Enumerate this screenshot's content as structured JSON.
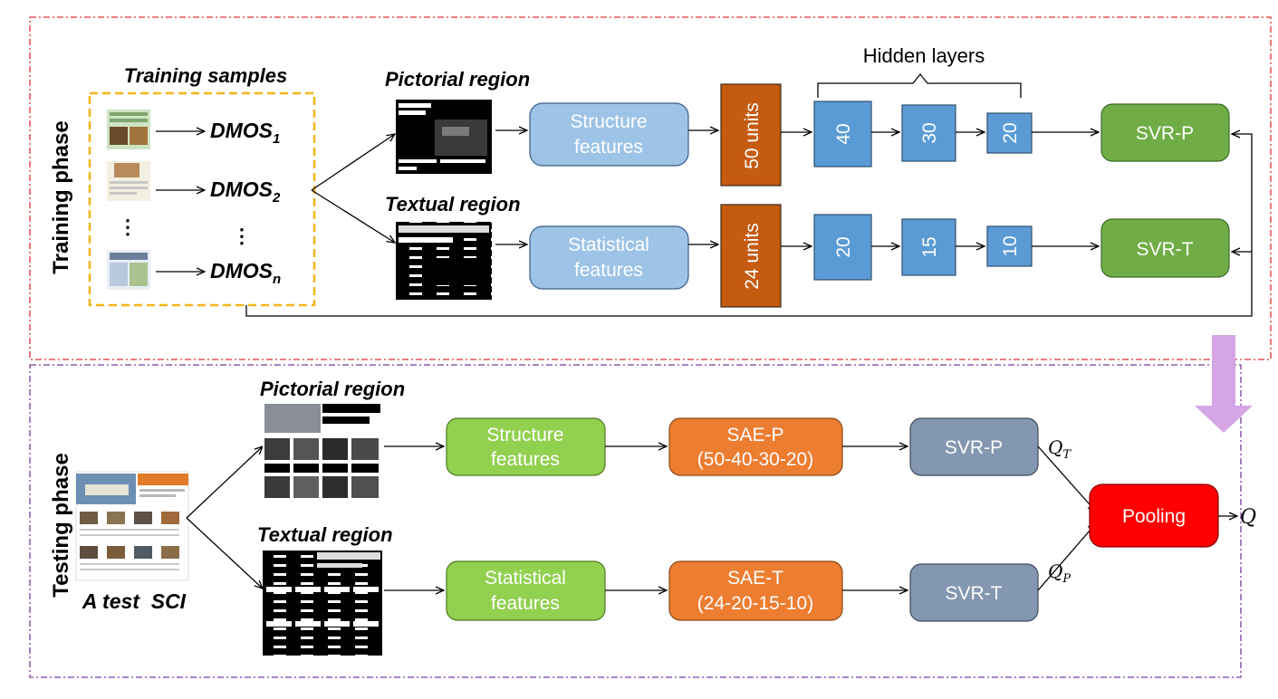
{
  "training": {
    "phase_label": "Training phase",
    "samples_title": "Training samples",
    "dmos_base": "DMOS",
    "dmos_subs": [
      "1",
      "2",
      "n"
    ],
    "dots_left": "⋮",
    "dots_right": "⋮",
    "pictorial_title": "Pictorial region",
    "textual_title": "Textual region",
    "structure_features": [
      "Structure",
      "features"
    ],
    "statistical_features": [
      "Statistical",
      "features"
    ],
    "units_top": "50 units",
    "units_bottom": "24 units",
    "hidden_layers_label": "Hidden layers",
    "hidden_top": [
      "40",
      "30",
      "20"
    ],
    "hidden_bottom": [
      "20",
      "15",
      "10"
    ],
    "svr_p": "SVR-P",
    "svr_t": "SVR-T"
  },
  "testing": {
    "phase_label": "Testing phase",
    "test_caption": "A test  SCI",
    "pictorial_title": "Pictorial region",
    "textual_title": "Textual region",
    "structure_features": [
      "Structure",
      "features"
    ],
    "statistical_features": [
      "Statistical",
      "features"
    ],
    "sae_p": [
      "SAE-P",
      "(50-40-30-20)"
    ],
    "sae_t": [
      "SAE-T",
      "(24-20-15-10)"
    ],
    "svr_p": "SVR-P",
    "svr_t": "SVR-T",
    "pooling": "Pooling",
    "q_t": "Q",
    "q_t_sub": "T",
    "q_p": "Q",
    "q_p_sub": "P",
    "q_out": "Q"
  },
  "colors": {
    "training_border": "#e03030",
    "testing_border": "#7a3aa0",
    "samples_border": "#f5b51a",
    "light_blue": "#9dc3e6",
    "unit_orange": "#c55a11",
    "hidden_blue": "#5b9bd5",
    "svr_green": "#70ad47",
    "test_green": "#92d050",
    "sae_orange": "#ed7d31",
    "svr_grey": "#8497b0",
    "pooling_red": "#ff0000",
    "big_arrow": "#d5a6e6"
  }
}
